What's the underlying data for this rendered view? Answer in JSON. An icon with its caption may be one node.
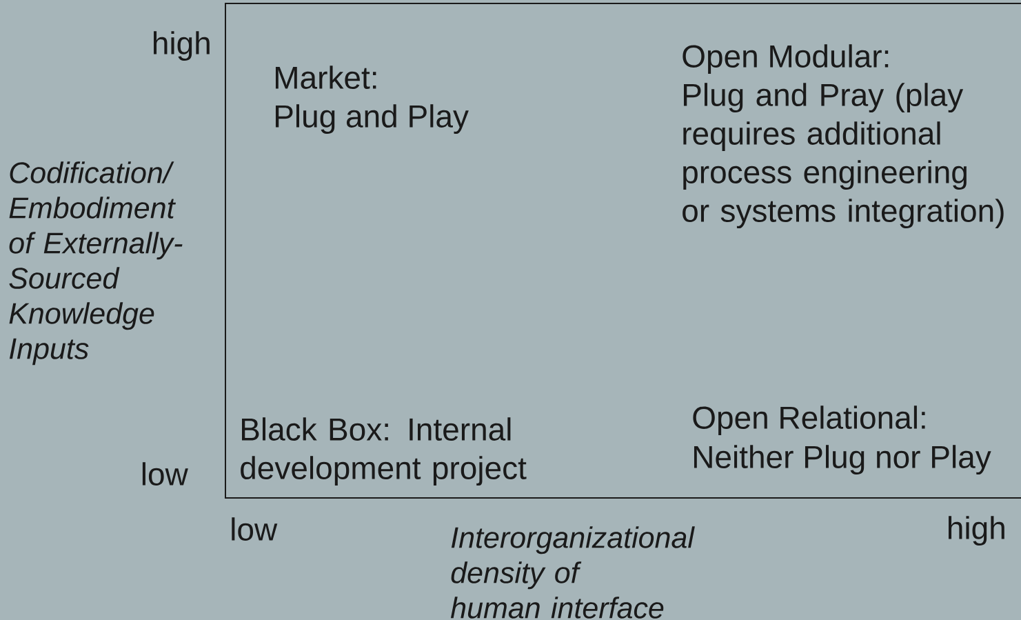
{
  "diagram": {
    "labels": [
      "high",
      "Market:",
      "Plug and Play",
      "Open Modular:",
      "Plug and Pray (play requires additional process engineering or systems integration)",
      "Codification/ Embodiment of Externally-Sourced Knowledge Inputs",
      "Black Box: Internal development project",
      "Open Relational:",
      "Neither Plug nor Play",
      "low",
      "low",
      "Interorganizational density of human interface",
      "high"
    ]
  }
}
